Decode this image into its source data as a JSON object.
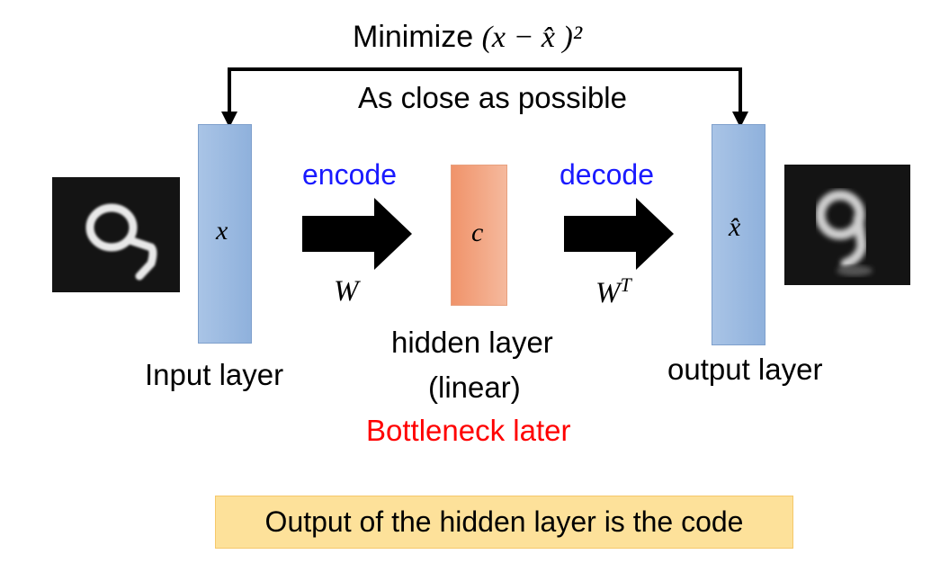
{
  "top": {
    "minimize_label": "Minimize",
    "minimize_formula": "(x − x̂ )²",
    "close_label": "As close as possible"
  },
  "encoder": {
    "label": "encode",
    "weight": "W",
    "color": "#1a1aff"
  },
  "decoder": {
    "label": "decode",
    "weight": "W",
    "weight_sup": "T",
    "color": "#1a1aff"
  },
  "input_layer": {
    "symbol": "x",
    "caption": "Input layer"
  },
  "hidden_layer": {
    "symbol": "c",
    "caption_line1": "hidden layer",
    "caption_line2": "(linear)",
    "note": "Bottleneck later",
    "note_color": "#ff0000"
  },
  "output_layer": {
    "symbol": "x̂",
    "caption": "output layer"
  },
  "input_image": {
    "digit": "9"
  },
  "output_image": {
    "digit": "9"
  },
  "code_note": "Output of the hidden layer is the code"
}
